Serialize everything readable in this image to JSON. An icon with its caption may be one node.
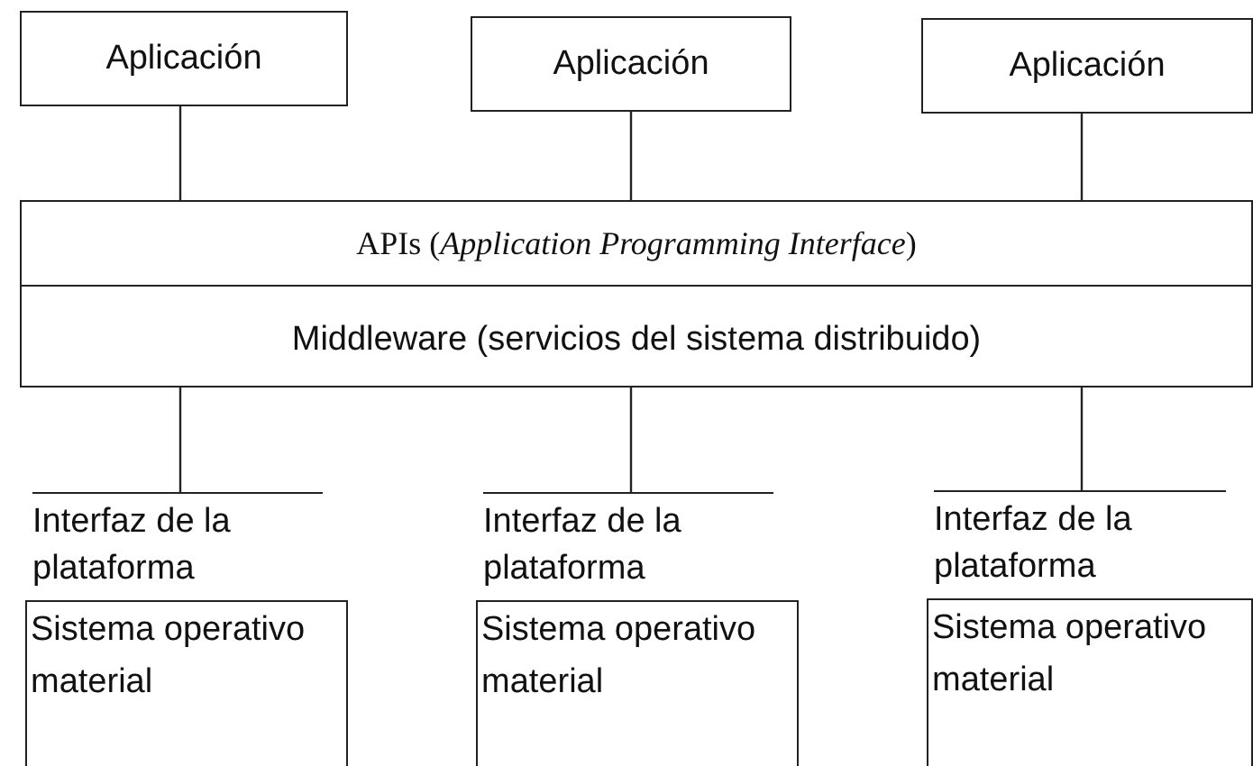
{
  "diagram": {
    "nodes": [
      {
        "text": [
          "Aplicación"
        ]
      },
      {
        "text": [
          "Aplicación"
        ]
      },
      {
        "text": [
          "Aplicación"
        ]
      },
      {
        "text": [
          "APIs (*Application Programming Interface*)"
        ]
      },
      {
        "text": [
          "Middleware (servicios del sistema distribuido)"
        ]
      },
      {
        "text": [
          "Interfaz de la plataforma"
        ]
      },
      {
        "text": [
          "Interfaz de la plataforma"
        ]
      },
      {
        "text": [
          "Interfaz de la plataforma"
        ]
      },
      {
        "text": [
          "Sistema operativo material"
        ]
      },
      {
        "text": [
          "Sistema operativo material"
        ]
      },
      {
        "text": [
          "Sistema operativo material"
        ]
      }
    ],
    "edges": [
      {
        "from": 0,
        "to": 3,
        "arrow": "none"
      },
      {
        "from": 1,
        "to": 3,
        "arrow": "none"
      },
      {
        "from": 2,
        "to": 3,
        "arrow": "none"
      },
      {
        "from": 4,
        "to": 5,
        "arrow": "none"
      },
      {
        "from": 4,
        "to": 6,
        "arrow": "none"
      },
      {
        "from": 4,
        "to": 7,
        "arrow": "none"
      }
    ]
  }
}
